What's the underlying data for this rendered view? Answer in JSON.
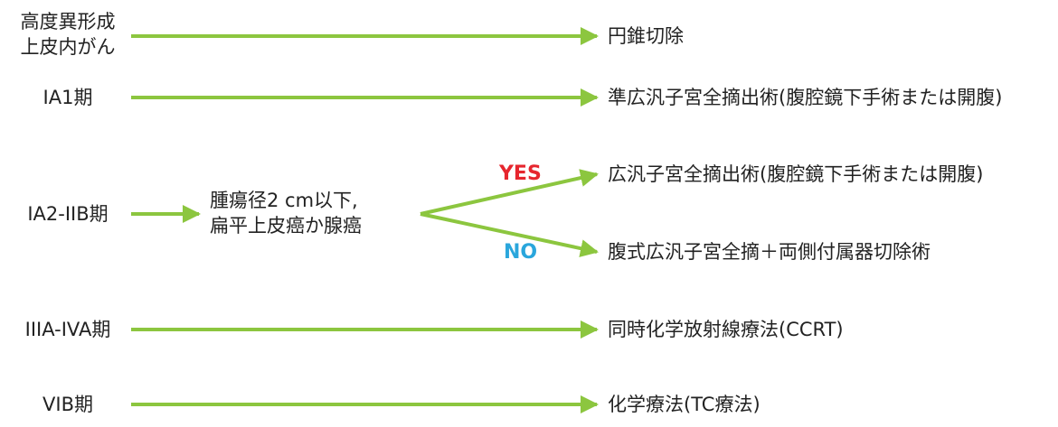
{
  "colors": {
    "arrow": "#8cc63f",
    "yes": "#e6262e",
    "no": "#2aa6dc",
    "text": "#222222"
  },
  "rows": [
    {
      "stage": "高度異形成\n上皮内がん",
      "treatment": "円錐切除"
    },
    {
      "stage": "IA1期",
      "treatment": "準広汎子宮全摘出術(腹腔鏡下手術または開腹)"
    },
    {
      "stage": "IA2-IIB期",
      "condition": "腫瘍径2 cm以下,\n扁平上皮癌か腺癌",
      "yes_label": "YES",
      "yes_treatment": "広汎子宮全摘出術(腹腔鏡下手術または開腹)",
      "no_label": "NO",
      "no_treatment": "腹式広汎子宮全摘＋両側付属器切除術"
    },
    {
      "stage": "IIIA-IVA期",
      "treatment": "同時化学放射線療法(CCRT)"
    },
    {
      "stage": "VIB期",
      "treatment": "化学療法(TC療法)"
    }
  ]
}
